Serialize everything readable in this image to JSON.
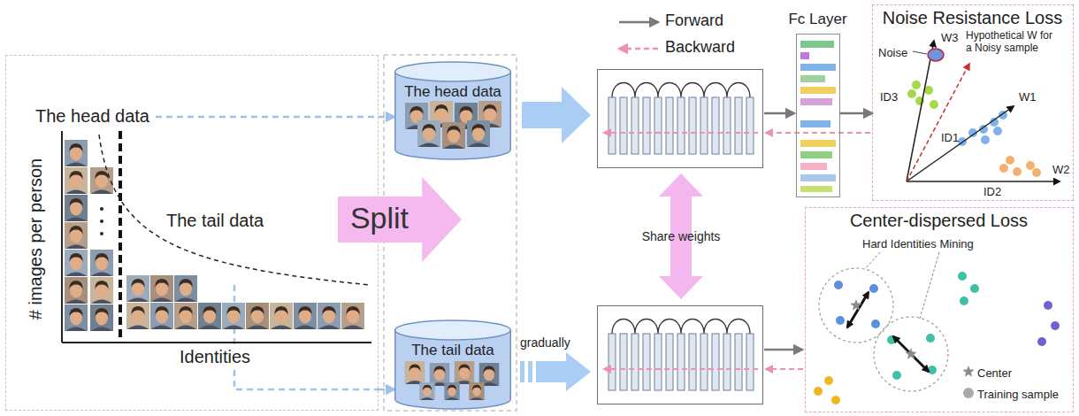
{
  "diagram": {
    "nodes": [
      {
        "text": [
          "The head data",
          "# images per person",
          "The tail data",
          "Identities"
        ]
      },
      {
        "text": [
          "Split"
        ]
      },
      {
        "text": [
          "The head data"
        ]
      },
      {
        "text": [
          "The tail data"
        ]
      },
      {
        "text": [
          "Fc Layer"
        ]
      },
      {
        "text": [
          "Noise Resistance Loss"
        ]
      },
      {
        "text": [
          "Center-dispersed Loss"
        ]
      }
    ],
    "edges": [
      {
        "from": 0,
        "to": 2,
        "arrow": "to"
      },
      {
        "from": 0,
        "to": 3,
        "arrow": "to"
      },
      {
        "from": 4,
        "to": 5,
        "arrow": "to"
      }
    ],
    "labels": [
      "Share weights",
      "gradually",
      "Noise",
      "W3",
      "Hypothetical W for a Noisy sample",
      "ID3",
      "W1",
      "ID1",
      "W2",
      "ID2",
      "Hard Identities Mining"
    ],
    "legend": [
      {
        "text": "Forward"
      },
      {
        "text": "Backward"
      },
      {
        "text": "Center"
      },
      {
        "text": "Training sample"
      }
    ]
  }
}
